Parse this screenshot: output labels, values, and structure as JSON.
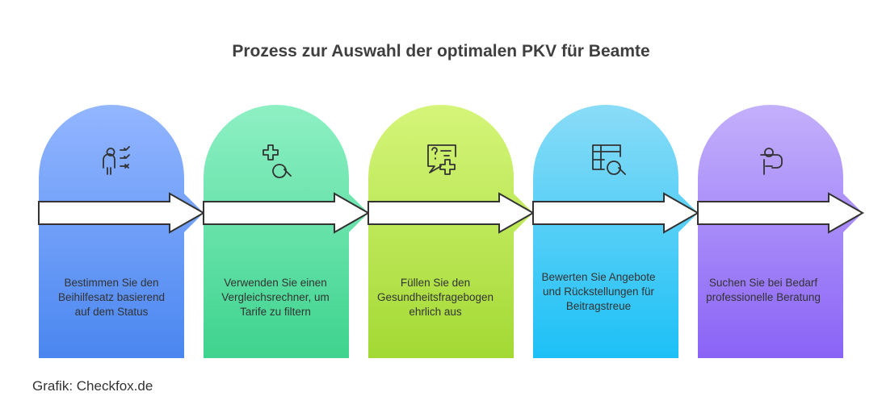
{
  "title": "Prozess zur Auswahl der optimalen PKV für Beamte",
  "steps": [
    {
      "text": "Bestimmen Sie den Beihilfesatz basierend auf dem Status",
      "icon": "person-checklist-icon",
      "color_top": "#93b6ff",
      "color_bottom": "#4a86f0"
    },
    {
      "text": "Verwenden Sie einen Vergleichsrechner, um Tarife zu filtern",
      "icon": "plus-search-icon",
      "color_top": "#8ef0c4",
      "color_bottom": "#3ed38e"
    },
    {
      "text": "Füllen Sie den Gesundheitsfragebogen ehrlich aus",
      "icon": "question-form-plus-icon",
      "color_top": "#d5f57a",
      "color_bottom": "#a3d934"
    },
    {
      "text": "Bewerten Sie Angebote und Rückstellungen für Beitragstreue",
      "icon": "table-search-icon",
      "color_top": "#8adcf7",
      "color_bottom": "#1cc0f6"
    },
    {
      "text": "Suchen Sie bei Bedarf professionelle Beratung",
      "icon": "person-consult-icon",
      "color_top": "#c3b0fb",
      "color_bottom": "#8a63f6"
    }
  ],
  "credit": "Grafik: Checkfox.de"
}
